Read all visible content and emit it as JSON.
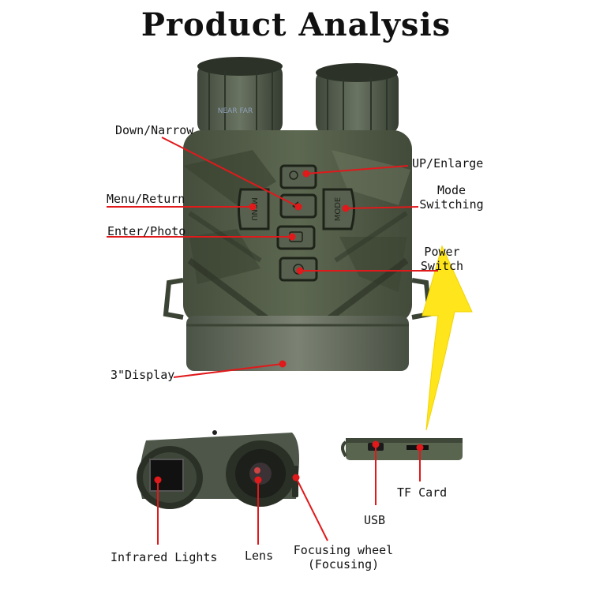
{
  "title": "Product Analysis",
  "labels": {
    "down_narrow": "Down/Narrow",
    "up_enlarge": "UP/Enlarge",
    "menu_return": "Menu/Return",
    "mode_switching_1": "Mode",
    "mode_switching_2": "Switching",
    "enter_photo": "Enter/Photo",
    "power_switch_1": "Power",
    "power_switch_2": "Switch",
    "display": "3\"Display",
    "tf_card": "TF Card",
    "usb": "USB",
    "infrared_lights": "Infrared Lights",
    "lens": "Lens",
    "focusing_wheel_1": "Focusing wheel",
    "focusing_wheel_2": "(Focusing)"
  },
  "device": {
    "button_text_menu": "MENU",
    "button_text_mode": "MODE",
    "lens_text": "NEAR  FAR"
  },
  "colors": {
    "pointer": "#e0191b",
    "arrow": "#ffe51c",
    "body": "#4f5a45",
    "camo_dark": "#39412f",
    "camo_light": "#6d7860"
  }
}
